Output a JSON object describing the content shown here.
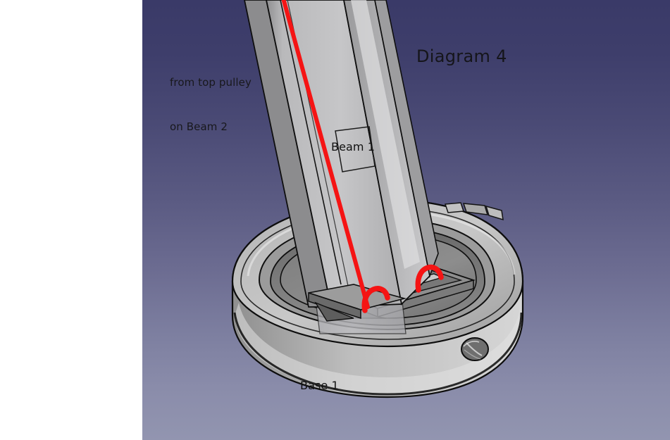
{
  "app": {
    "kind": "cad-3d-viewport",
    "render_style": "shaded-with-edges"
  },
  "viewport": {
    "background": {
      "type": "vertical-gradient",
      "top_color": "#3a3a68",
      "bottom_color": "#9295b0"
    },
    "left_margin_color": "#ffffff"
  },
  "annotations": {
    "title": "Diagram 4",
    "note_line_1": "from top pulley",
    "note_line_2": "on Beam 2",
    "label_beam": "Beam 1",
    "label_base": "Base 1"
  },
  "model": {
    "parts": [
      {
        "name": "Base 1",
        "shape": "cylindrical-ring-with-inner-recess"
      },
      {
        "name": "Beam 1",
        "shape": "tilted-rectangular-column"
      }
    ],
    "cable": {
      "name": "cable-route",
      "color": "#f51414",
      "loops": 2,
      "description": "red cable running down Beam 1 into two anchor loops on the base plate"
    },
    "colors": {
      "metal_light": "#cfcfcf",
      "metal_mid": "#a8a8a8",
      "metal_dark": "#6e6e6e",
      "metal_shadow": "#575757",
      "edge": "#101010",
      "glass": "#b9b9bd"
    }
  }
}
